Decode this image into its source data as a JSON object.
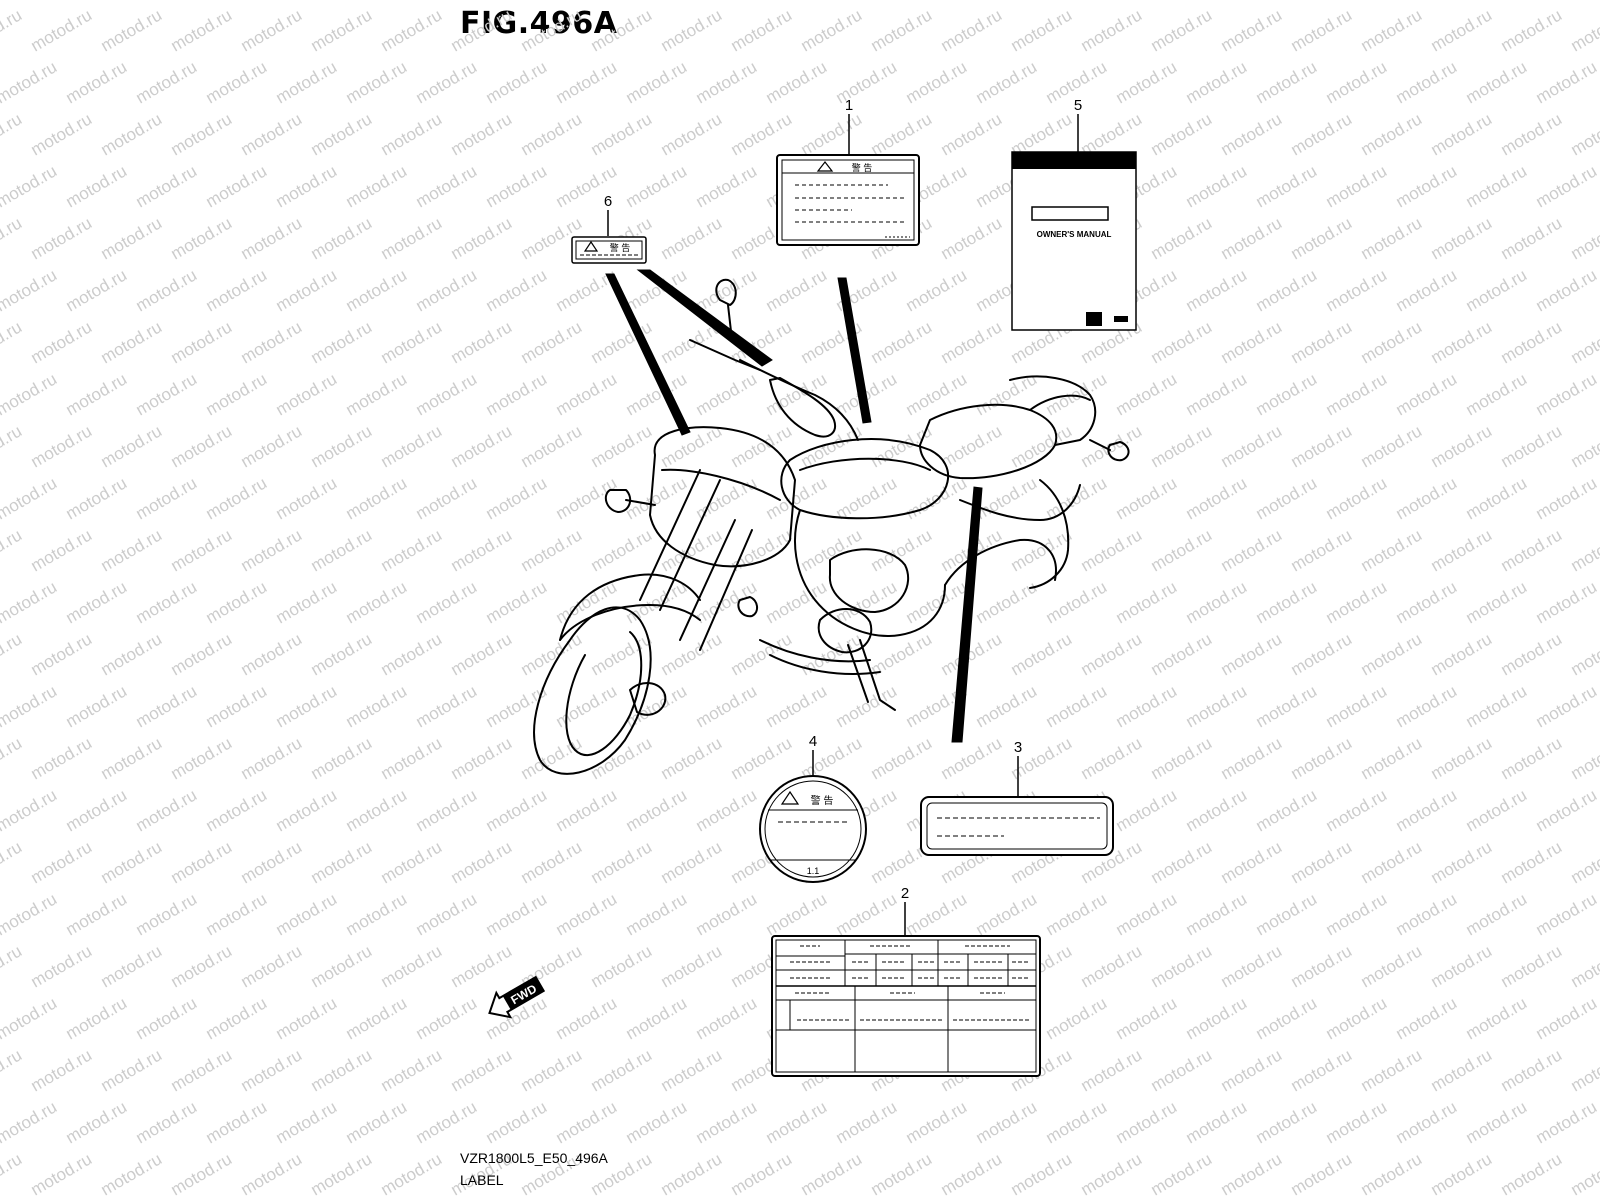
{
  "figure": {
    "title": "FIG.496A",
    "model_code": "VZR1800L5_E50_496A",
    "group_name": "LABEL"
  },
  "watermark": {
    "text": "motod.ru",
    "color": "#cccccc"
  },
  "direction_arrow": {
    "text": "FWD"
  },
  "callouts": [
    {
      "id": "1",
      "number": "1",
      "label_glyphs": "警 告"
    },
    {
      "id": "2",
      "number": "2"
    },
    {
      "id": "3",
      "number": "3"
    },
    {
      "id": "4",
      "number": "4",
      "label_glyphs": "警 告",
      "footer_text": "1.1"
    },
    {
      "id": "5",
      "number": "5",
      "label_text": "OWNER'S MANUAL"
    },
    {
      "id": "6",
      "number": "6",
      "label_glyphs": "警 告"
    }
  ],
  "colors": {
    "ink": "#000000",
    "paper": "#ffffff"
  }
}
